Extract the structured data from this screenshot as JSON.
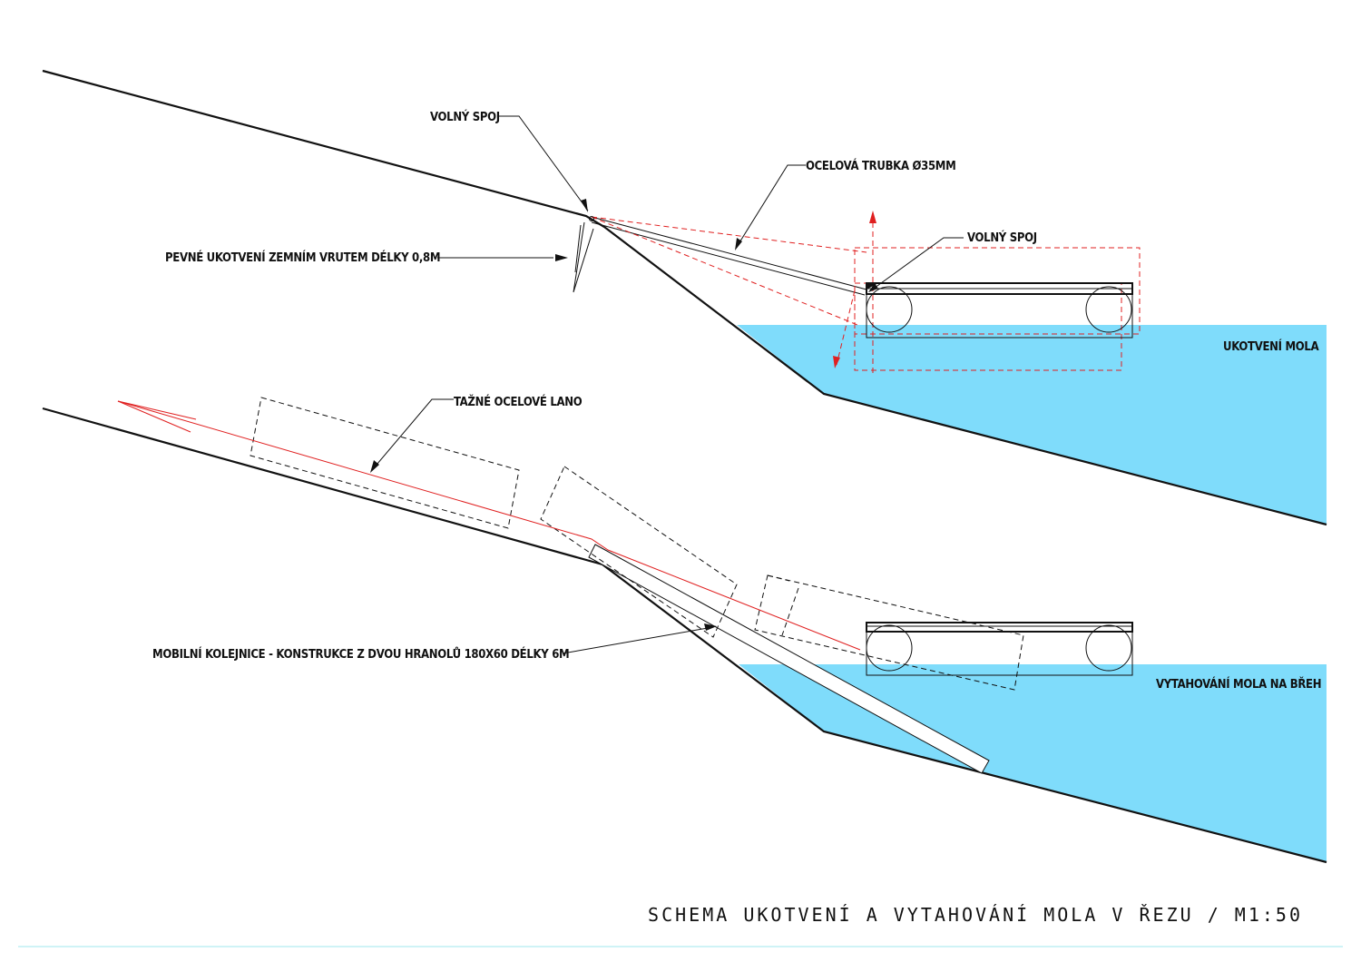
{
  "title": "SCHEMA UKOTVENÍ A VYTAHOVÁNÍ MOLA V ŘEZU / M1:50",
  "labels": {
    "volny_spoj_1": "VOLNÝ SPOJ",
    "ocelova_trubka": "OCELOVÁ TRUBKA Ø35MM",
    "volny_spoj_2": "VOLNÝ SPOJ",
    "pevne_ukotveni": "PEVNÉ UKOTVENÍ ZEMNÍM VRUTEM DÉLKY 0,8M",
    "ukotveni_mola": "UKOTVENÍ MOLA",
    "tazne_lano": "TAŽNÉ OCELOVÉ LANO",
    "mobilni_kolejnice": "MOBILNÍ KOLEJNICE - KONSTRUKCE Z DVOU HRANOLŮ 180X60 DÉLKY 6M",
    "vytahovani_mola": "VYTAHOVÁNÍ MOLA NA BŘEH"
  },
  "colors": {
    "water": "#7fdcfb",
    "line": "#111111",
    "red": "#e02020",
    "footer_rule": "#bfeff4"
  }
}
